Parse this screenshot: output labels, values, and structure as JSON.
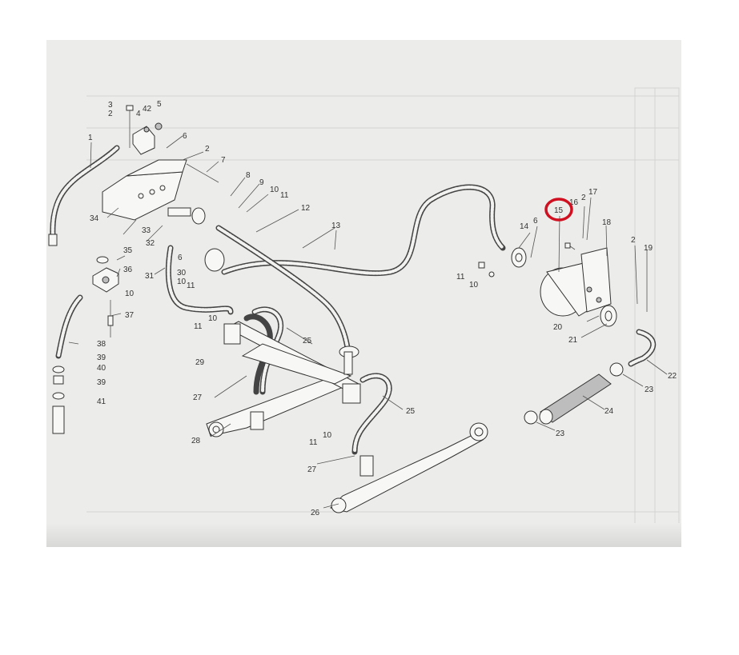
{
  "callouts": {
    "c1": "1",
    "c2a": "2",
    "c3": "3",
    "c4": "4",
    "c42": "42",
    "c5": "5",
    "c6a": "6",
    "c2b": "2",
    "c7": "7",
    "c8": "8",
    "c9": "9",
    "c10a": "10",
    "c11a": "11",
    "c12": "12",
    "c34": "34",
    "c33": "33",
    "c32": "32",
    "c6b": "6",
    "c30": "30",
    "c10b": "10",
    "c11b": "11",
    "c31": "31",
    "c35": "35",
    "c36": "36",
    "c10c": "10",
    "c37": "37",
    "c38": "38",
    "c39a": "39",
    "c40": "40",
    "c39b": "39",
    "c41": "41",
    "c13": "13",
    "c11c": "11",
    "c10d": "10",
    "c29": "29",
    "c25a": "25",
    "c27a": "27",
    "c28": "28",
    "c25b": "25",
    "c11d": "11",
    "c10e": "10",
    "c27b": "27",
    "c26": "26",
    "c14": "14",
    "c6c": "6",
    "c15": "15",
    "c16": "16",
    "c2c": "2",
    "c17": "17",
    "c18": "18",
    "c2d": "2",
    "c19": "19",
    "c11e": "11",
    "c10f": "10",
    "c20": "20",
    "c21": "21",
    "c22": "22",
    "c23a": "23",
    "c24": "24",
    "c23b": "23"
  },
  "highlight": {
    "part": "15",
    "color": "#d01020"
  }
}
